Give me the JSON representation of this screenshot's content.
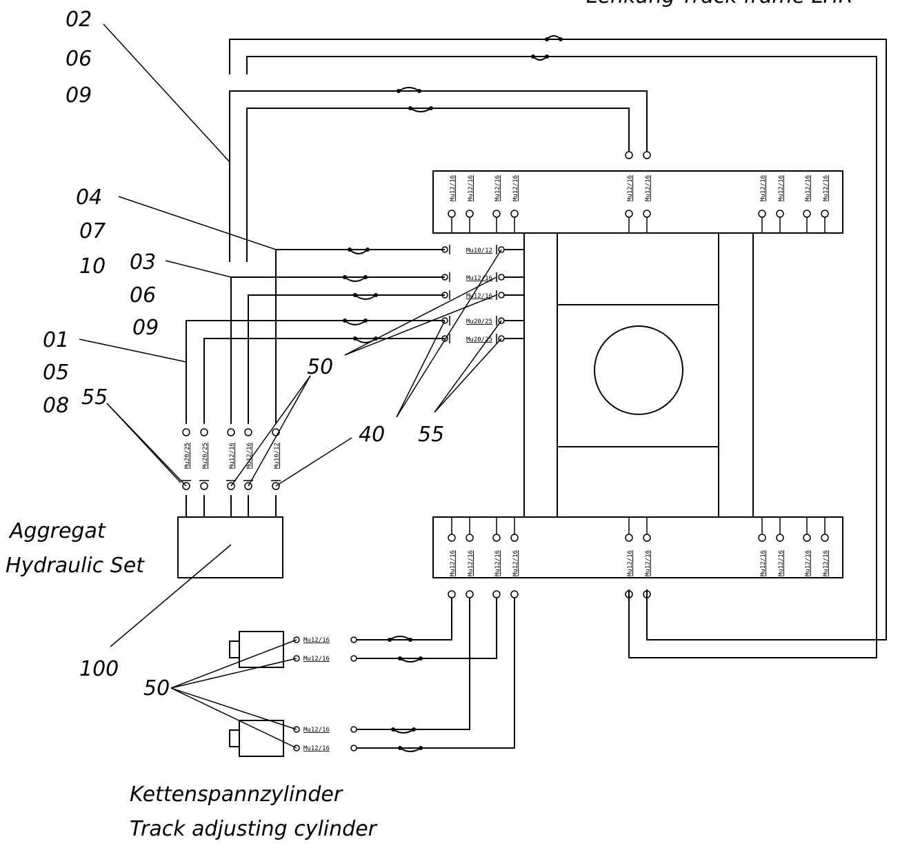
{
  "top_caption": "Lenkung Track frame LHR",
  "cylinder_caption_1": "Kettenspannzylinder",
  "cylinder_caption_2": "Track adjusting cylinder",
  "hydraulic_set_label_1": "Aggregat",
  "hydraulic_set_label_2": "Hydraulic Set",
  "callouts": {
    "c02a": "02",
    "c06a": "06",
    "c09a": "09",
    "c04": "04",
    "c07": "07",
    "c10": "10",
    "c03": "03",
    "c06b": "06",
    "c09b": "09",
    "c01": "01",
    "c05": "05",
    "c08": "08",
    "c55a": "55",
    "c50a": "50",
    "c40": "40",
    "c55b": "55",
    "c100": "100",
    "c50b": "50"
  },
  "fittings": {
    "mu1012": "Mu10/12",
    "mu1216": "Mu12/16",
    "mu2025": "Mu20/25"
  }
}
